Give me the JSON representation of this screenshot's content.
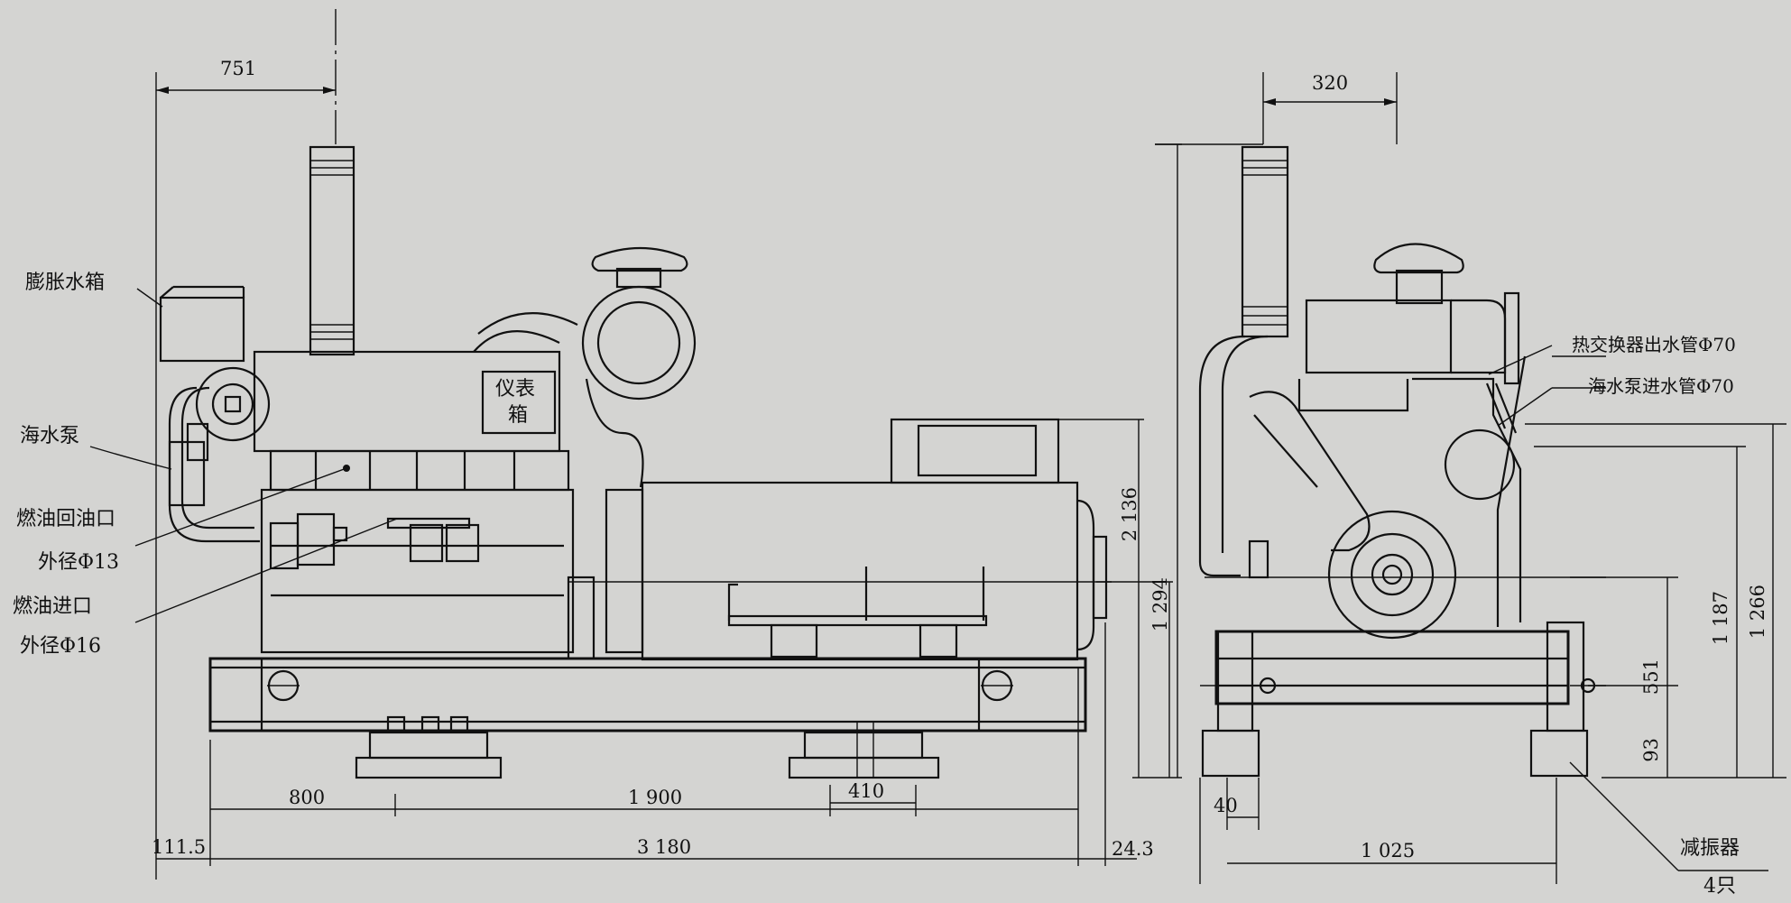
{
  "callouts": {
    "expansion_tank": "膨胀水箱",
    "sea_pump": "海水泵",
    "fuel_return_label": "燃油回油口",
    "fuel_return_size": "外径Φ13",
    "fuel_inlet_label": "燃油进口",
    "fuel_inlet_size": "外径Φ16",
    "instrument_box_line1": "仪表",
    "instrument_box_line2": "箱",
    "heat_exchanger_outlet": "热交换器出水管Φ70",
    "sea_pump_inlet": "海水泵进水管Φ70",
    "damper_label": "减振器",
    "damper_count": "4只"
  },
  "side_view": {
    "dim_top": "751",
    "dim_height_total": "2 136",
    "dim_height_shaft": "1 294",
    "dim_800": "800",
    "dim_1900": "1 900",
    "dim_410": "410",
    "dim_111_5": "111.5",
    "dim_3180": "3 180",
    "dim_24_3": "24.3"
  },
  "end_view": {
    "dim_top": "320",
    "dim_1187": "1 187",
    "dim_1266": "1 266",
    "dim_551": "551",
    "dim_93": "93",
    "dim_40": "40",
    "dim_1025": "1 025"
  }
}
